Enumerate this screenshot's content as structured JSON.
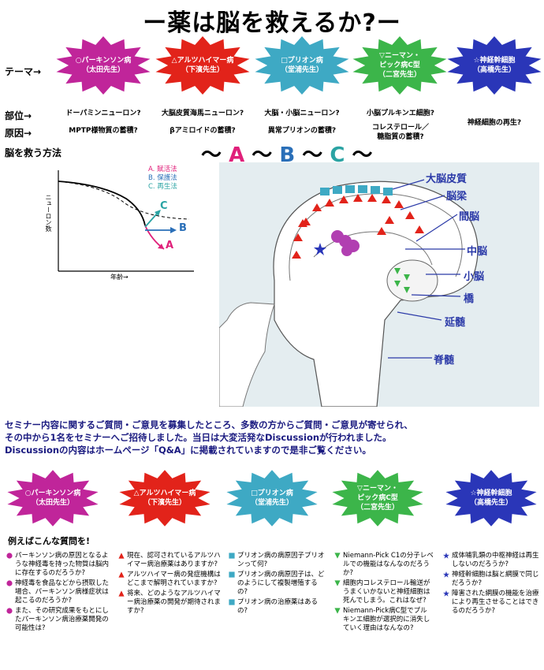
{
  "title": "ー薬は脳を救えるか?ー",
  "row_labels": {
    "theme": "テーマ→",
    "site": "部位→",
    "cause": "原因→",
    "method": "脳を救う方法"
  },
  "themes": [
    {
      "name": "○パーキンソン病",
      "teacher": "（太田先生）",
      "color": "#c0259a",
      "site": "ドーパミンニューロン?",
      "cause": "MPTP様物質の蓄積?"
    },
    {
      "name": "△アルツハイマー病",
      "teacher": "（下濱先生）",
      "color": "#e2231a",
      "site": "大脳皮質海馬ニューロン?",
      "cause": "βアミロイドの蓄積?"
    },
    {
      "name": "□プリオン病",
      "teacher": "（堂浦先生）",
      "color": "#3ea9c4",
      "site": "大脳・小脳ニューロン?",
      "cause": "異常プリオンの蓄積?"
    },
    {
      "name_lines": [
        "▽ニーマン・",
        "ピック病C型",
        "（二宮先生）"
      ],
      "color": "#3cb54a",
      "site": "小脳プルキンエ細胞?",
      "cause_lines": [
        "コレステロール／",
        "糖脂質の蓄積?"
      ]
    },
    {
      "name": "☆神経幹細胞",
      "teacher": "（高橋先生）",
      "color": "#2a36b8",
      "cause": "神経細胞の再生?"
    }
  ],
  "method": {
    "tilde": "〜",
    "A": "A",
    "B": "B",
    "C": "C",
    "colors": {
      "A": "#e0207a",
      "B": "#2a6fb8",
      "C": "#2aa3a3"
    }
  },
  "graph": {
    "legend": [
      "A. 賦活法",
      "B. 保護法",
      "C. 再生法"
    ],
    "legend_colors": [
      "#e0207a",
      "#2a6fb8",
      "#2aa3a3"
    ],
    "ylabel": "ニューロン数",
    "xlabel": "年齢→",
    "arrow_labels": {
      "A": "A",
      "B": "B",
      "C": "C"
    }
  },
  "brain_labels": [
    "大脳皮質",
    "脳梁",
    "間脳",
    "中脳",
    "小脳",
    "橋",
    "延髄",
    "脊髄"
  ],
  "seminar_lines": [
    "セミナー内容に関するご質問・ご意見を募集したところ、多数の方からご質問・ご意見が寄せられ、",
    "その中から1名をセミナーへご招待しました。当日は大変活発なDiscussionが行われました。",
    "Discussionの内容はホームページ「Q&A」に掲載されていますので是非ご覧ください。"
  ],
  "questions_title": "例えばこんな質問を!",
  "question_columns": [
    {
      "marker": "circle",
      "color": "#c0259a",
      "items": [
        "パーキンソン病の原因となるような神経毒を持った物質は脳内に存在するのだろうか?",
        "神経毒を食品などから摂取した場合、パーキンソン病様症状は起こるのだろうか?",
        "また、その研究成果をもとにしたパーキンソン病治療薬開発の可能性は?"
      ]
    },
    {
      "marker": "triangle",
      "color": "#e2231a",
      "items": [
        "現在、認可されているアルツハイマー病治療薬はありますか?",
        "アルツハイマー病の発症機構はどこまで解明されていますか?",
        "将来、どのようなアルツハイマー病治療薬の開発が期待されますか?"
      ]
    },
    {
      "marker": "square",
      "color": "#3ea9c4",
      "items": [
        "プリオン病の病原因子プリオンって何?",
        "プリオン病の病原因子は、どのようにして複製増殖するの?",
        "プリオン病の治療薬はあるの?"
      ]
    },
    {
      "marker": "down-triangle",
      "color": "#3cb54a",
      "items": [
        "Niemann-Pick C1の分子レベルでの機能はなんなのだろうか?",
        "細胞内コレステロール輸送がうまくいかないと神経細胞は死んでしまう。これはなぜ?",
        "Niemann-Pick病C型でプルキンエ細胞が選択的に消失していく理由はなんなの?"
      ]
    },
    {
      "marker": "star",
      "color": "#2a36b8",
      "items": [
        "成体哺乳類の中枢神経は再生しないのだろうか?",
        "神経幹細胞は脳と網膜で同じだろうか?",
        "障害された網膜の機能を治療により再生させることはできるのだろうか?"
      ]
    }
  ]
}
